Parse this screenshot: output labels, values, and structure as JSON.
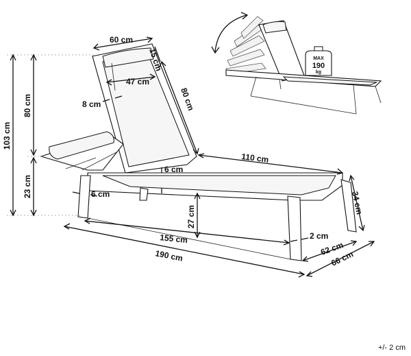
{
  "dimensions": {
    "total_height": "103 cm",
    "backrest_height": "80 cm",
    "seat_height": "23 cm",
    "backrest_width": "60 cm",
    "headrest_depth": "15 cm",
    "backrest_inner_width": "47 cm",
    "frame_thickness": "8 cm",
    "backrest_length": "80 cm",
    "seat_length": "110 cm",
    "seat_frame": "6 cm",
    "armrest_frame": "6 cm",
    "leg_height": "27 cm",
    "inner_length": "155 cm",
    "total_length": "190 cm",
    "front_height": "34 cm",
    "leg_thickness": "2 cm",
    "inner_width": "62 cm",
    "total_width": "66 cm"
  },
  "max_load": {
    "line1": "MAX",
    "line2": "190",
    "line3": "kg"
  },
  "tolerance": "+/- 2 cm"
}
